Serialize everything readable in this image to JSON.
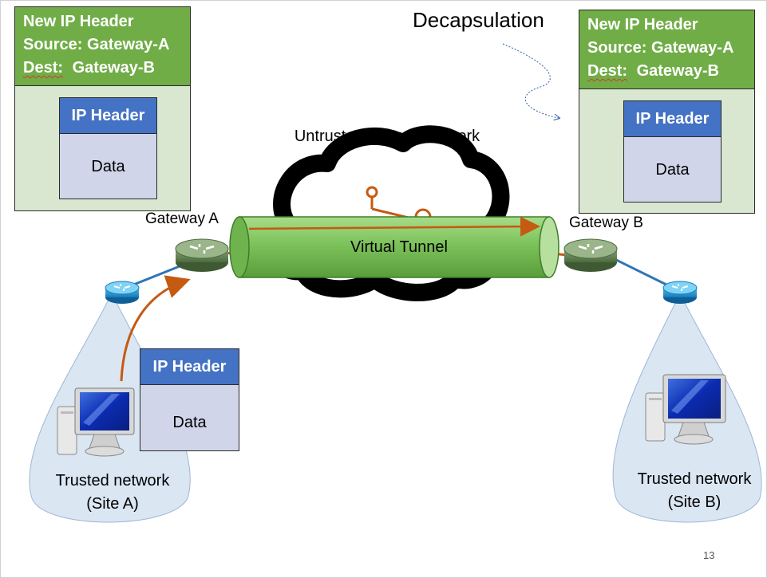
{
  "slide": {
    "title": "Decapsulation",
    "page_number": "13"
  },
  "cloud_label": "Untrusted/Shared network",
  "tunnel_label": "Virtual Tunnel",
  "gateways": {
    "a": "Gateway A",
    "b": "Gateway B"
  },
  "packet_left": {
    "outer_header_line1": "New IP Header",
    "outer_header_line2": "Source: Gateway-A",
    "outer_header_line3_prefix": "Dest:",
    "outer_header_line3_value": "Gateway-B",
    "inner_header": "IP Header",
    "inner_data": "Data"
  },
  "packet_right": {
    "outer_header_line1": "New IP Header",
    "outer_header_line2": "Source: Gateway-A",
    "outer_header_line3_prefix": "Dest:",
    "outer_header_line3_value": "Gateway-B",
    "inner_header": "IP Header",
    "inner_data": "Data"
  },
  "packet_site_a": {
    "header": "IP Header",
    "data": "Data"
  },
  "site_a": {
    "line1": "Trusted network",
    "line2": "(Site A)"
  },
  "site_b": {
    "line1": "Trusted network",
    "line2": "(Site B)"
  },
  "colors": {
    "outer_header_green": "#70ad47",
    "outer_body_green": "#d9e7d0",
    "ip_header_blue": "#4472c4",
    "data_lavender": "#d0d5ea",
    "tunnel_green": "#7cc25a",
    "flow_orange": "#c55a11",
    "link_blue": "#2e75b6",
    "trusted_area": "#dbe6f3"
  },
  "icons": [
    "router-icon",
    "computer-icon",
    "cloud-icon"
  ]
}
